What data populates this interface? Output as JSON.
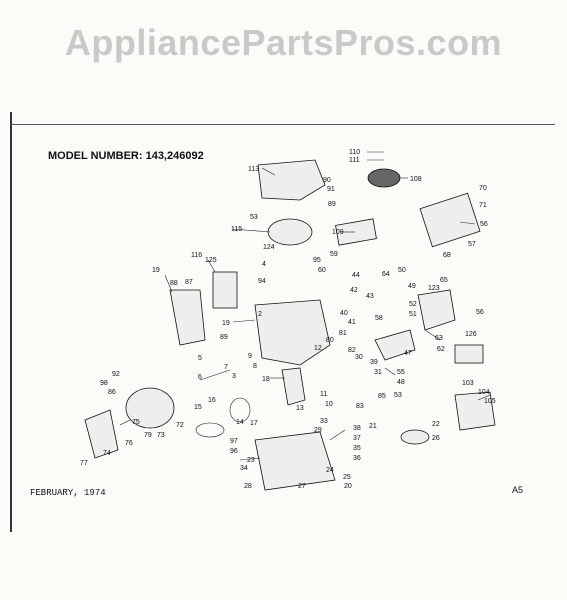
{
  "watermark": "AppliancePartsPros.com",
  "model_label": "MODEL NUMBER:",
  "model_number": "143,246092",
  "date": "FEBRUARY, 1974",
  "page_ref": "A5",
  "callouts": [
    {
      "id": "c110",
      "text": "110"
    },
    {
      "id": "c111",
      "text": "111"
    },
    {
      "id": "c108",
      "text": "108"
    },
    {
      "id": "c113",
      "text": "113"
    },
    {
      "id": "c90",
      "text": "90"
    },
    {
      "id": "c91",
      "text": "91"
    },
    {
      "id": "c89",
      "text": "89"
    },
    {
      "id": "c53a",
      "text": "53"
    },
    {
      "id": "c70",
      "text": "70"
    },
    {
      "id": "c71",
      "text": "71"
    },
    {
      "id": "c56a",
      "text": "56"
    },
    {
      "id": "c57",
      "text": "57"
    },
    {
      "id": "c68",
      "text": "68"
    },
    {
      "id": "c115",
      "text": "115"
    },
    {
      "id": "c109",
      "text": "109"
    },
    {
      "id": "c124",
      "text": "124"
    },
    {
      "id": "c4",
      "text": "4"
    },
    {
      "id": "c116",
      "text": "116"
    },
    {
      "id": "c125",
      "text": "125"
    },
    {
      "id": "c95",
      "text": "95"
    },
    {
      "id": "c59",
      "text": "59"
    },
    {
      "id": "c60",
      "text": "60"
    },
    {
      "id": "c44",
      "text": "44"
    },
    {
      "id": "c64",
      "text": "64"
    },
    {
      "id": "c50",
      "text": "50"
    },
    {
      "id": "c65",
      "text": "65"
    },
    {
      "id": "c19a",
      "text": "19"
    },
    {
      "id": "c88",
      "text": "88"
    },
    {
      "id": "c87",
      "text": "87"
    },
    {
      "id": "c94",
      "text": "94"
    },
    {
      "id": "c42",
      "text": "42"
    },
    {
      "id": "c43",
      "text": "43"
    },
    {
      "id": "c49",
      "text": "49"
    },
    {
      "id": "c123",
      "text": "123"
    },
    {
      "id": "c56b",
      "text": "56"
    },
    {
      "id": "c19b",
      "text": "19"
    },
    {
      "id": "c2",
      "text": "2"
    },
    {
      "id": "c40",
      "text": "40"
    },
    {
      "id": "c41",
      "text": "41"
    },
    {
      "id": "c58",
      "text": "58"
    },
    {
      "id": "c52",
      "text": "52"
    },
    {
      "id": "c51",
      "text": "51"
    },
    {
      "id": "c126",
      "text": "126"
    },
    {
      "id": "c89b",
      "text": "89"
    },
    {
      "id": "c5",
      "text": "5"
    },
    {
      "id": "c6",
      "text": "6"
    },
    {
      "id": "c7",
      "text": "7"
    },
    {
      "id": "c3",
      "text": "3"
    },
    {
      "id": "c81",
      "text": "81"
    },
    {
      "id": "c80",
      "text": "80"
    },
    {
      "id": "c12",
      "text": "12"
    },
    {
      "id": "c63",
      "text": "63"
    },
    {
      "id": "c62",
      "text": "62"
    },
    {
      "id": "c47",
      "text": "47"
    },
    {
      "id": "c82",
      "text": "82"
    },
    {
      "id": "c30",
      "text": "30"
    },
    {
      "id": "c39",
      "text": "39"
    },
    {
      "id": "c9",
      "text": "9"
    },
    {
      "id": "c8",
      "text": "8"
    },
    {
      "id": "c18",
      "text": "18"
    },
    {
      "id": "c31",
      "text": "31"
    },
    {
      "id": "c55",
      "text": "55"
    },
    {
      "id": "c48",
      "text": "48"
    },
    {
      "id": "c92",
      "text": "92"
    },
    {
      "id": "c98",
      "text": "98"
    },
    {
      "id": "c86",
      "text": "86"
    },
    {
      "id": "c11",
      "text": "11"
    },
    {
      "id": "c10",
      "text": "10"
    },
    {
      "id": "c83",
      "text": "83"
    },
    {
      "id": "c85",
      "text": "85"
    },
    {
      "id": "c53b",
      "text": "53"
    },
    {
      "id": "c103",
      "text": "103"
    },
    {
      "id": "c104",
      "text": "104"
    },
    {
      "id": "c105",
      "text": "105"
    },
    {
      "id": "c16",
      "text": "16"
    },
    {
      "id": "c15",
      "text": "15"
    },
    {
      "id": "c14",
      "text": "14"
    },
    {
      "id": "c17",
      "text": "17"
    },
    {
      "id": "c13",
      "text": "13"
    },
    {
      "id": "c21",
      "text": "21"
    },
    {
      "id": "c22",
      "text": "22"
    },
    {
      "id": "c26",
      "text": "26"
    },
    {
      "id": "c72",
      "text": "72"
    },
    {
      "id": "c75",
      "text": "75"
    },
    {
      "id": "c79",
      "text": "79"
    },
    {
      "id": "c73",
      "text": "73"
    },
    {
      "id": "c76",
      "text": "76"
    },
    {
      "id": "c74",
      "text": "74"
    },
    {
      "id": "c77",
      "text": "77"
    },
    {
      "id": "c97",
      "text": "97"
    },
    {
      "id": "c96",
      "text": "96"
    },
    {
      "id": "c33",
      "text": "33"
    },
    {
      "id": "c29",
      "text": "29"
    },
    {
      "id": "c38",
      "text": "38"
    },
    {
      "id": "c37",
      "text": "37"
    },
    {
      "id": "c35",
      "text": "35"
    },
    {
      "id": "c36",
      "text": "36"
    },
    {
      "id": "c23",
      "text": "23"
    },
    {
      "id": "c34",
      "text": "34"
    },
    {
      "id": "c24",
      "text": "24"
    },
    {
      "id": "c25",
      "text": "25"
    },
    {
      "id": "c28",
      "text": "28"
    },
    {
      "id": "c27",
      "text": "27"
    },
    {
      "id": "c20",
      "text": "20"
    }
  ]
}
